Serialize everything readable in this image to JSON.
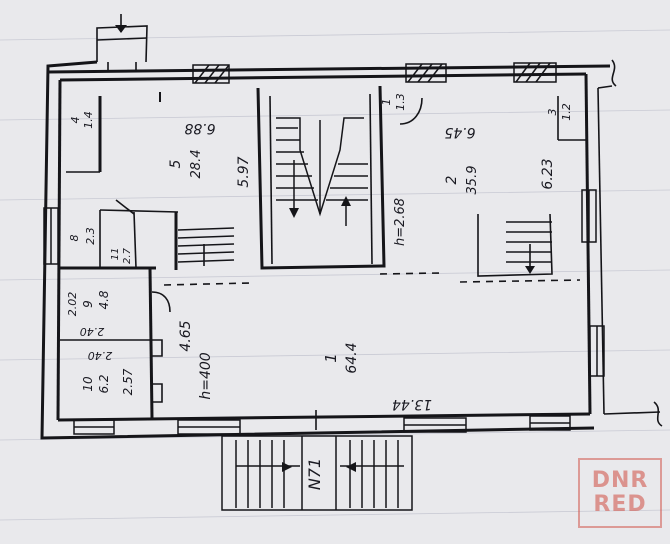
{
  "rooms": [
    {
      "id": "1",
      "area": "64.4"
    },
    {
      "id": "2",
      "area": "35.9"
    },
    {
      "id": "3",
      "area": "1.2"
    },
    {
      "id": "4",
      "area": "1.4"
    },
    {
      "id": "5",
      "area": "28.4"
    },
    {
      "id": "1",
      "area": "1.3"
    },
    {
      "id": "8",
      "area": "2.3"
    },
    {
      "id": "9",
      "area": "4.8"
    },
    {
      "id": "10",
      "area": "6.2"
    },
    {
      "id": "11",
      "area": "2.7"
    }
  ],
  "dimensions": {
    "room5_width": "6.88",
    "room5_length": "5.97",
    "room2_width": "6.45",
    "room2_length": "6.23",
    "room1_length": "13.44",
    "room1_width": "4.65",
    "stair_height": "h=2.68",
    "hall_height": "h=400",
    "room9_a": "2.02",
    "room9_b": "2.40",
    "room10_a": "2.40",
    "room10_b": "2.57"
  },
  "entrance_label": "N71",
  "watermark": {
    "line1": "DNR",
    "line2": "RED",
    "color": "#d25a50"
  }
}
